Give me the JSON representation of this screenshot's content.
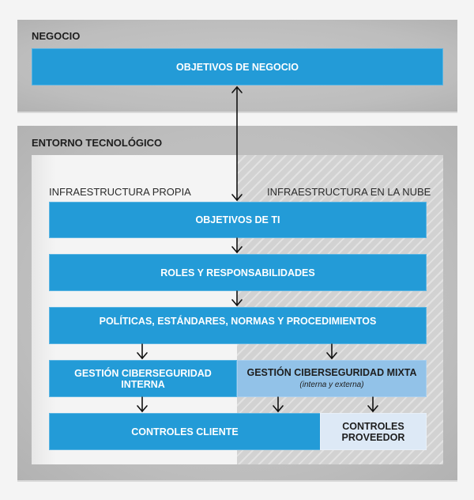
{
  "groups": {
    "business": {
      "title": "NEGOCIO"
    },
    "tech": {
      "title": "ENTORNO TECNOLÓGICO"
    }
  },
  "infrastructure": {
    "own_label": "INFRAESTRUCTURA PROPIA",
    "cloud_label": "INFRAESTRUCTURA EN LA NUBE"
  },
  "boxes": {
    "business_objectives": "OBJETIVOS DE NEGOCIO",
    "it_objectives": "OBJETIVOS DE TI",
    "roles": "ROLES Y RESPONSABILIDADES",
    "policies": "POLÍTICAS, ESTÁNDARES, NORMAS Y PROCEDIMIENTOS",
    "internal_mgmt": {
      "line1": "GESTIÓN CIBERSEGURIDAD",
      "line2": "INTERNA"
    },
    "mixed_mgmt": {
      "title": "GESTIÓN CIBERSEGURIDAD MIXTA",
      "subtitle": "(interna y externa)"
    },
    "client_controls": "CONTROLES CLIENTE",
    "provider_controls": {
      "line1": "CONTROLES",
      "line2": "PROVEEDOR"
    }
  },
  "colors": {
    "primary_blue": "#239bd7",
    "mixed_blue": "#92c2e8",
    "light_blue": "#dde9f6",
    "group_gray": "#bfbfbf"
  }
}
